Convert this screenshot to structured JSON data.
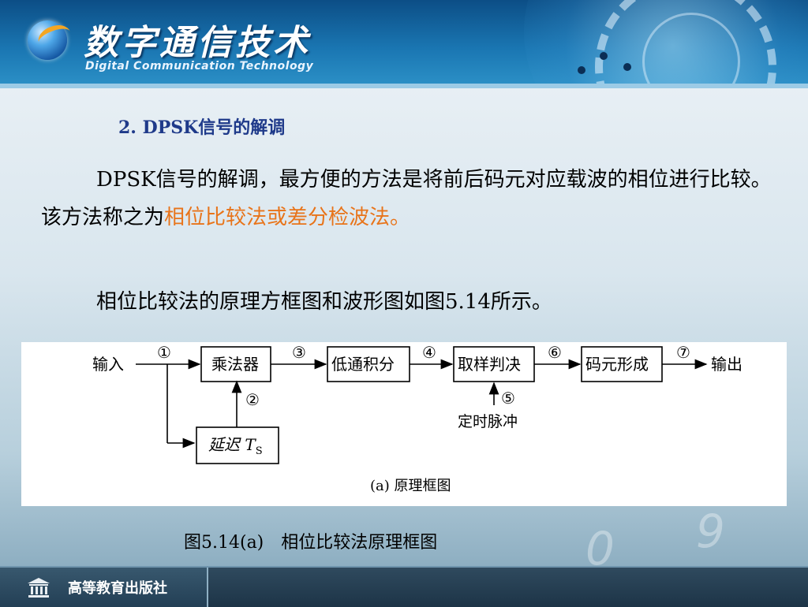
{
  "header": {
    "title": "数字通信技术",
    "subtitle": "Digital Communication Technology"
  },
  "section_title": "2. DPSK信号的解调",
  "paragraph": {
    "text_before": "DPSK信号的解调，最方便的方法是将前后码元对应载波的相位进行比较。该方法称之为",
    "highlight": "相位比较法或差分检波法。"
  },
  "paragraph2": "相位比较法的原理方框图和波形图如图5.14所示。",
  "diagram": {
    "input_label": "输入",
    "output_label": "输出",
    "blocks": {
      "multiplier": "乘法器",
      "lowpass": "低通积分",
      "sampler": "取样判决",
      "decoder": "码元形成",
      "delay": "延迟 T",
      "delay_sub": "S"
    },
    "markers": [
      "①",
      "②",
      "③",
      "④",
      "⑤",
      "⑥",
      "⑦"
    ],
    "timing_pulse": "定时脉冲",
    "sub_caption": "(a) 原理框图"
  },
  "figure_caption": "图5.14(a)　相位比较法原理框图",
  "footer": {
    "publisher": "高等教育出版社"
  },
  "colors": {
    "highlight": "#e8741a",
    "title_blue": "#1f3a8a"
  }
}
